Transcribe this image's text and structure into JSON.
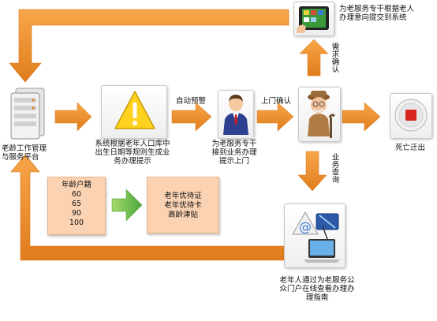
{
  "colors": {
    "arrow": "#f39229",
    "arrow_dark": "#d9731a",
    "salmon": "#fbd3b3",
    "green_arrow": "#59b84a"
  },
  "nodes": {
    "platform": {
      "label": "老龄工作管理与服务平台",
      "icon": "server-icon"
    },
    "warning": {
      "label": "系统根据老年人口库中出生日期等规则生成业务办理提示",
      "icon": "warning-icon"
    },
    "staff": {
      "label": "为老服务专干接到业务办理提示上门",
      "icon": "business-person-icon"
    },
    "elder": {
      "icon": "elderly-man-icon"
    },
    "tablet": {
      "label": "为老服务专干根据老人办理意向提交到系统",
      "icon": "tablet-icon"
    },
    "death": {
      "label": "死亡迁出",
      "icon": "stop-icon"
    },
    "portal": {
      "label": "老年人通过为老服务公众门户在线查看办理办理指南",
      "icon": "internet-computer-icon"
    }
  },
  "arrows": {
    "auto_alert": "自动预警",
    "visit_confirm": "上门确认",
    "request_confirm": "需求确认",
    "business_query": "业务查询"
  },
  "age_box": {
    "title": "年龄户籍",
    "ages": [
      "60",
      "65",
      "90",
      "100"
    ]
  },
  "benefit_box": {
    "items": [
      "老年优待证",
      "老年优待卡",
      "高龄津贴"
    ]
  }
}
